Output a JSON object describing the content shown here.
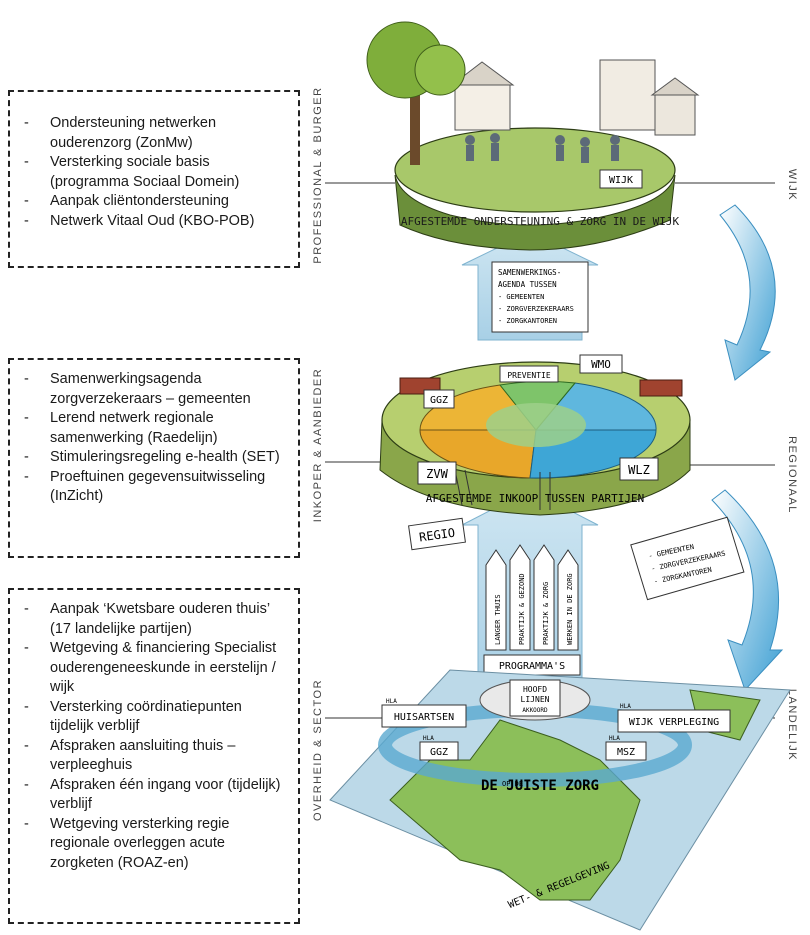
{
  "left_boxes": {
    "top": [
      "Ondersteuning netwerken ouderenzorg (ZonMw)",
      "Versterking sociale basis (programma Sociaal Domein)",
      "Aanpak cliëntondersteuning",
      "Netwerk Vitaal Oud (KBO-POB)"
    ],
    "middle": [
      "Samenwerkingsagenda zorgverzekeraars – gemeenten",
      "Lerend netwerk regionale samenwerking (Raedelijn)",
      "Stimuleringsregeling e-health (SET)",
      "Proeftuinen gegevensuitwisseling (InZicht)"
    ],
    "bottom": [
      "Aanpak ‘Kwetsbare ouderen thuis’ (17 landelijke partijen)",
      "Wetgeving & financiering Specialist ouderengeneeskunde in eerstelijn / wijk",
      "Versterking coördinatiepunten tijdelijk verblijf",
      "Afspraken aansluiting thuis – verpleeghuis",
      "Afspraken één ingang voor (tijdelijk) verblijf",
      "Wetgeving versterking regie regionale overleggen acute zorgketen (ROAZ-en)"
    ]
  },
  "vertical_labels": {
    "top": "PROFESSIONAL & BURGER",
    "middle": "INKOPER & AANBIEDER",
    "bottom": "OVERHEID & SECTOR",
    "right_top": "WIJK",
    "right_middle": "REGIONAAL",
    "right_bottom": "LANDELIJK"
  },
  "illustration": {
    "wijk_sign": "WIJK",
    "top_banner": "AFGESTEMDE ONDERSTEUNING & ZORG IN DE WIJK",
    "agenda_sign": [
      "SAMENWERKINGS-",
      "AGENDA TUSSEN",
      "- GEMEENTEN",
      "- ZORGVERZEKERAARS",
      "- ZORGKANTOREN"
    ],
    "mid_labels": {
      "ggz": "GGZ",
      "preventie": "PREVENTIE",
      "wmo": "WMO",
      "zvw": "ZVW",
      "wlz": "WLZ"
    },
    "mid_banner": "AFGESTEMDE INKOOP TUSSEN PARTIJEN",
    "regio_sign": "REGIO",
    "partners_sign": [
      "- GEMEENTEN",
      "- ZORGVERZEKERAARS",
      "- ZORGKANTOREN"
    ],
    "programs": [
      "LANGER THUIS",
      "PRAKTIJK & GEZOND",
      "PRAKTIJK & ZORG",
      "WERKEN IN DE ZORG"
    ],
    "programs_label": "PROGRAMMA'S",
    "bottom_signs": {
      "huisartsen": "HUISARTSEN",
      "hoofdlijnen": [
        "HOOFD",
        "LIJNEN",
        "AKKOORD"
      ],
      "wijkverpleging": "WIJK VERPLEGING",
      "ggz": "GGZ",
      "msz": "MSZ",
      "hla": "HLA"
    },
    "bottom_ring": "DE JUISTE ZORG",
    "bottom_ring_small": "OP DE",
    "law_banner": "WET- & REGELGEVING"
  }
}
